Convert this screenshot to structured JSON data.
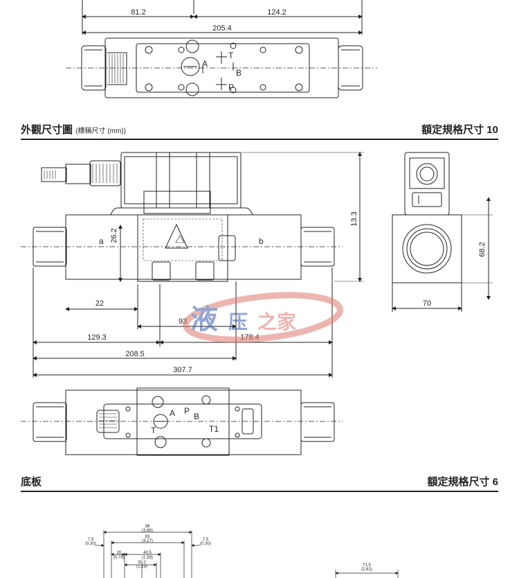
{
  "section1": {
    "title": "外觀尺寸圖",
    "title_sub": "(標稱尺寸 (mm))",
    "spec": "額定規格尺寸 10"
  },
  "section2": {
    "title": "底板",
    "spec": "額定規格尺寸 6"
  },
  "watermark": {
    "char1": "液",
    "char2": "压",
    "rest": "之家"
  },
  "top_view": {
    "dims": [
      "81.2",
      "124.2",
      "205.4"
    ],
    "ports": [
      "A",
      "T",
      "B",
      "P"
    ]
  },
  "main_view": {
    "labels": [
      "a",
      "b"
    ],
    "dims": [
      "26.2",
      "13.3",
      "22",
      "93",
      "129.3",
      "178.4",
      "208.5",
      "307.7"
    ]
  },
  "side_view": {
    "dims": [
      "68.2",
      "70"
    ]
  },
  "bottom_view": {
    "ports": [
      "A",
      "P",
      "B",
      "T",
      "T1"
    ]
  },
  "subplate": {
    "dims": [
      {
        "value": "98",
        "alt": "(3.86)"
      },
      {
        "value": "83",
        "alt": "(3.27)"
      },
      {
        "value": "7.5",
        "alt": "(0.30)"
      },
      {
        "value": "7.5",
        "alt": "(0.30)"
      },
      {
        "value": "20",
        "alt": "(0.79)"
      },
      {
        "value": "40.5",
        "alt": "(1.59)"
      },
      {
        "value": "30.2",
        "alt": "(1.19)"
      },
      {
        "value": "71.5",
        "alt": "(2.81)"
      }
    ]
  }
}
